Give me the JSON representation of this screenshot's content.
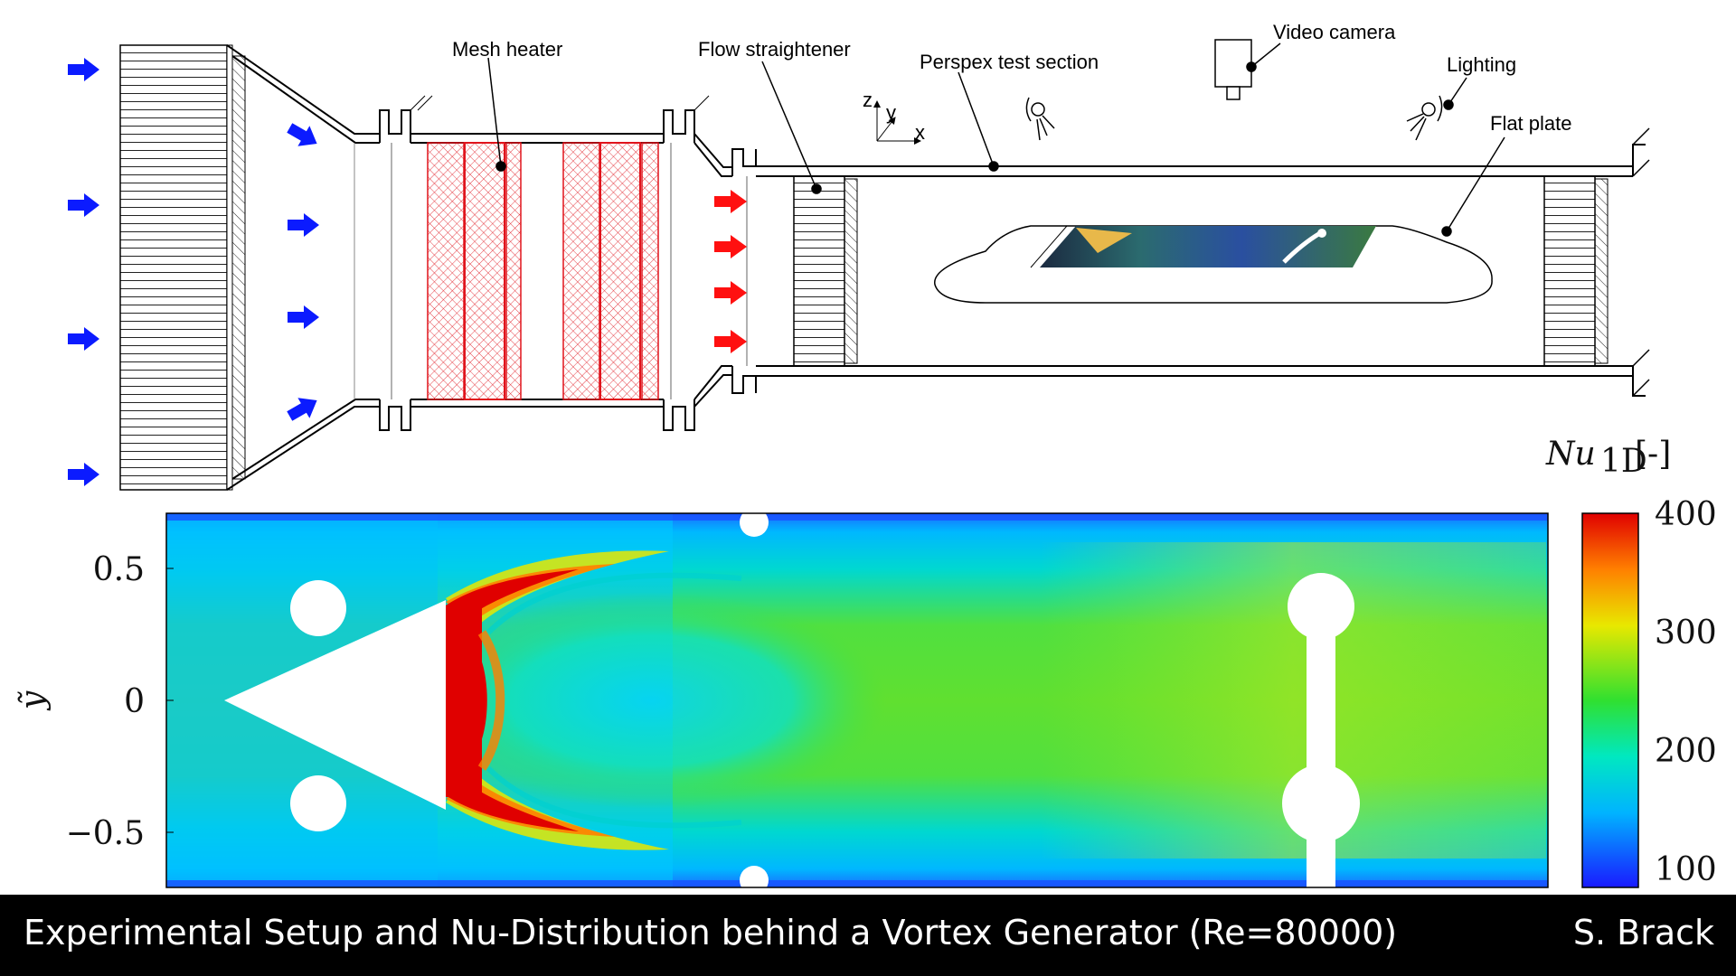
{
  "schematic": {
    "labels": {
      "mesh_heater": "Mesh heater",
      "flow_straightener": "Flow straightener",
      "perspex_test_section": "Perspex test section",
      "video_camera": "Video camera",
      "lighting": "Lighting",
      "flat_plate": "Flat plate"
    },
    "coordinate_axes": {
      "z": "z",
      "y": "y",
      "x": "x"
    },
    "colors": {
      "inflow_arrows": "#0b1bff",
      "heated_arrows": "#ff1010",
      "heater": "#e0141c"
    }
  },
  "heatmap": {
    "colorbar_label": "Nu",
    "colorbar_subscript": "1D",
    "colorbar_unit": "[-]",
    "colorbar_ticks": [
      "400",
      "300",
      "200",
      "100"
    ],
    "y_axis_label": "ỹ",
    "y_ticks": [
      "0.5",
      "0",
      "−0.5"
    ],
    "colormap": [
      "#1a1aff",
      "#00b4ff",
      "#00e8c0",
      "#30e030",
      "#e8e800",
      "#ff8000",
      "#e00000"
    ]
  },
  "caption": {
    "title": "Experimental Setup and Nu-Distribution behind a Vortex Generator (Re=80000)",
    "author": "S. Brack"
  }
}
